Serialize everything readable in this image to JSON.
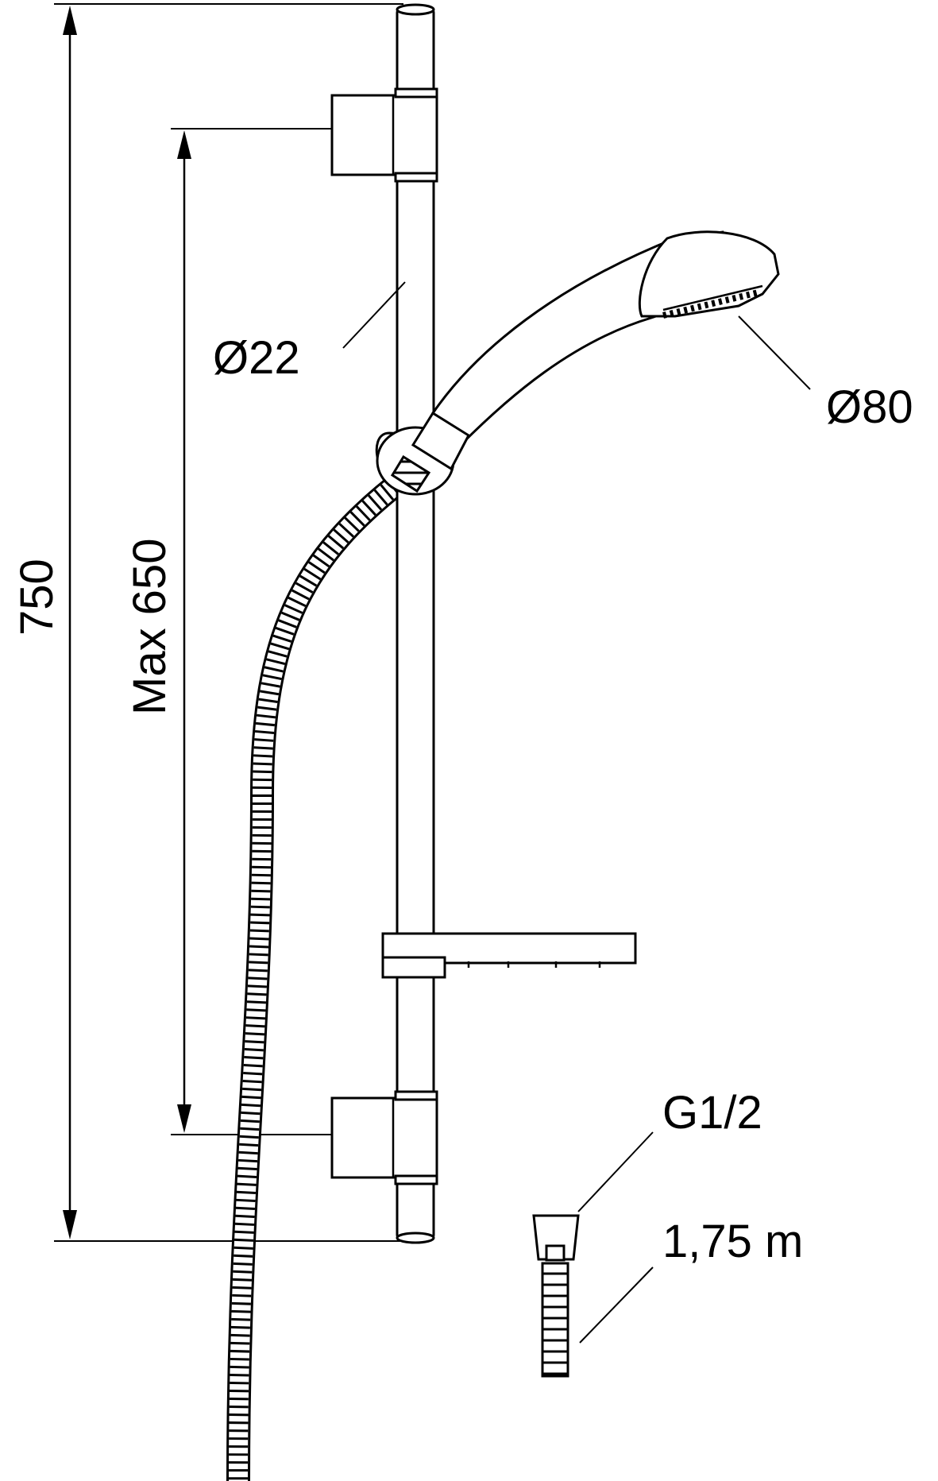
{
  "dimensions": {
    "rail_height": "750",
    "slider_travel": "Max 650",
    "rail_diameter": "Ø22",
    "handshower_diameter": "Ø80",
    "connection_thread": "G1/2",
    "hose_length": "1,75 m"
  }
}
